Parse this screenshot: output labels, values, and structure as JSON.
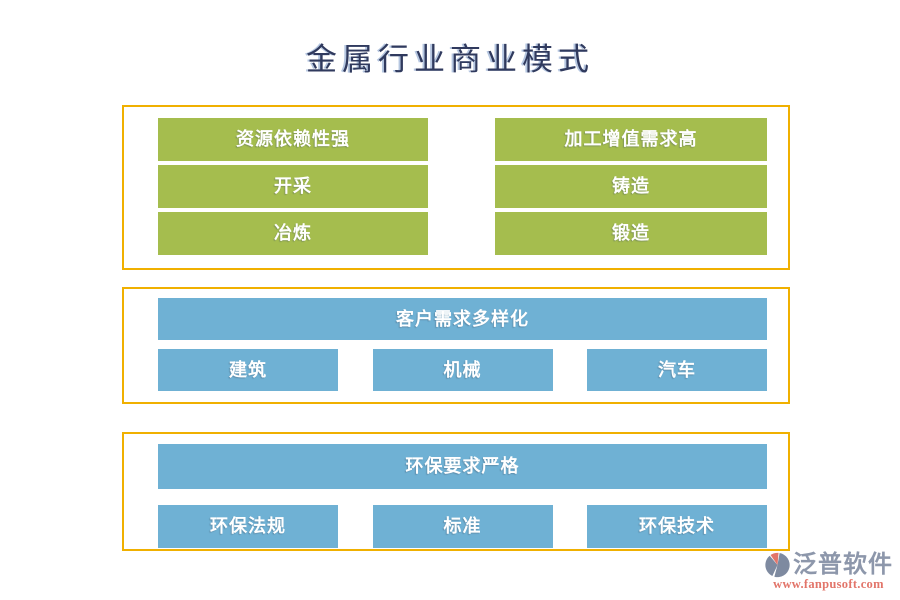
{
  "diagram": {
    "title": "金属行业商业模式",
    "sections": [
      {
        "id": "industry-characteristics",
        "columns": [
          {
            "header": "资源依赖性强",
            "items": [
              "开采",
              "冶炼"
            ]
          },
          {
            "header": "加工增值需求高",
            "items": [
              "铸造",
              "锻造"
            ]
          }
        ]
      },
      {
        "id": "customer-demand",
        "header": "客户需求多样化",
        "items": [
          "建筑",
          "机械",
          "汽车"
        ]
      },
      {
        "id": "environmental-requirements",
        "header": "环保要求严格",
        "items": [
          "环保法规",
          "标准",
          "环保技术"
        ]
      }
    ]
  },
  "watermark": {
    "brand": "泛普软件",
    "url": "www.fanpusoft.com",
    "logo": "fanpu-logo"
  },
  "colors": {
    "title_text": "#303a5e",
    "section_border": "#f0b000",
    "green_box": "#a5bd4e",
    "blue_box": "#6fb1d4",
    "box_text": "#ffffff",
    "watermark_brand": "#8d97ab",
    "watermark_url": "#e2756a"
  }
}
